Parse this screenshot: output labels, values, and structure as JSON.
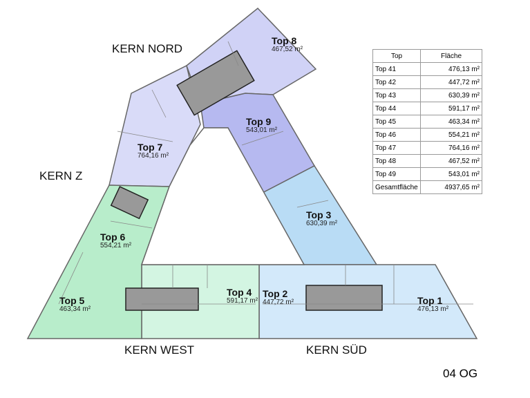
{
  "cores": {
    "nord": "KERN NORD",
    "z": "KERN Z",
    "west": "KERN WEST",
    "sued": "KERN SÜD"
  },
  "units": [
    {
      "label": "Top 8",
      "area": "467,52 m²"
    },
    {
      "label": "Top 9",
      "area": "543,01 m²"
    },
    {
      "label": "Top 7",
      "area": "764,16 m²"
    },
    {
      "label": "Top 3",
      "area": "630,39 m²"
    },
    {
      "label": "Top 6",
      "area": "554,21 m²"
    },
    {
      "label": "Top 5",
      "area": "463,34 m²"
    },
    {
      "label": "Top 4",
      "area": "591,17 m²"
    },
    {
      "label": "Top 2",
      "area": "447,72 m²"
    },
    {
      "label": "Top 1",
      "area": "476,13 m²"
    }
  ],
  "table": {
    "headers": [
      "Top",
      "Fläche"
    ],
    "rows": [
      [
        "Top 41",
        "476,13 m²"
      ],
      [
        "Top 42",
        "447,72 m²"
      ],
      [
        "Top 43",
        "630,39 m²"
      ],
      [
        "Top 44",
        "591,17 m²"
      ],
      [
        "Top 45",
        "463,34 m²"
      ],
      [
        "Top 46",
        "554,21 m²"
      ],
      [
        "Top 47",
        "764,16 m²"
      ],
      [
        "Top 48",
        "467,52 m²"
      ],
      [
        "Top 49",
        "543,01 m²"
      ]
    ],
    "total": [
      "Gesamtfläche",
      "4937,65 m²"
    ]
  },
  "floor": "04 OG",
  "colors": {
    "top7": "#d9dbf8",
    "top8": "#d0d2f6",
    "top9": "#b6b9f0",
    "top3": "#b9dcf5",
    "top12": "#d3e9fa",
    "top4": "#d3f5e2",
    "top56": "#b8edcb"
  }
}
